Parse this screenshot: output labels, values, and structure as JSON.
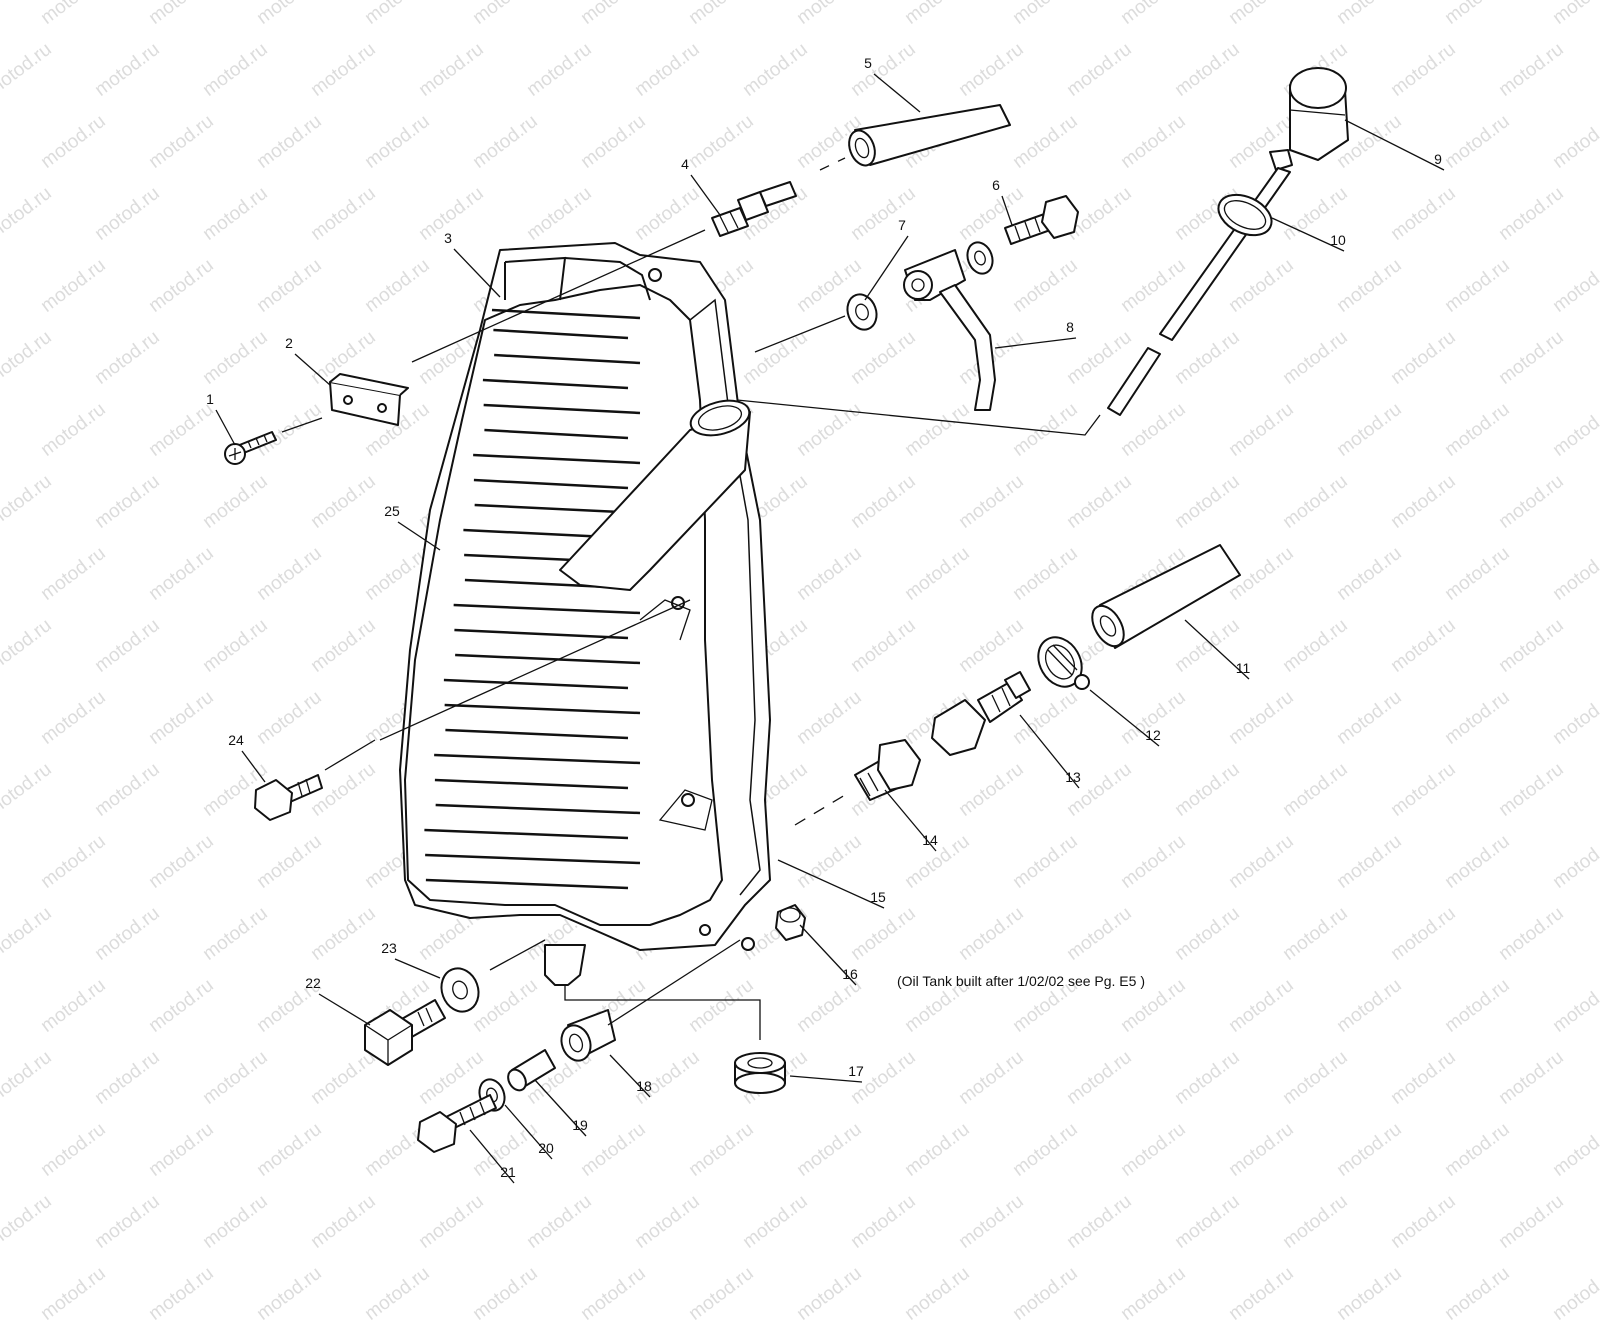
{
  "watermark": "motod.ru",
  "note": "(Oil Tank built after 1/02/02 see Pg. E5 )",
  "callouts": [
    "1",
    "2",
    "3",
    "4",
    "5",
    "6",
    "7",
    "8",
    "9",
    "10",
    "11",
    "12",
    "13",
    "14",
    "15",
    "16",
    "17",
    "18",
    "19",
    "20",
    "21",
    "22",
    "23",
    "24",
    "25"
  ]
}
